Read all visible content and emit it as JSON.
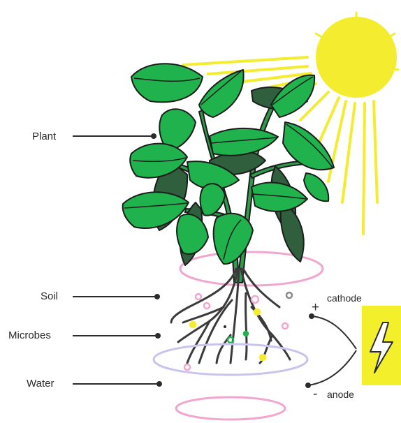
{
  "labels": {
    "plant": "Plant",
    "soil": "Soil",
    "microbes": "Microbes",
    "water": "Water"
  },
  "electrodes": {
    "positive_sign": "+",
    "cathode": "cathode",
    "negative_sign": "-",
    "anode": "anode"
  },
  "icons": {
    "sun": "sun-icon",
    "battery": "lightning-bolt-icon"
  },
  "colors": {
    "leaf_light": "#1fb24d",
    "leaf_dark": "#2f5f3c",
    "outline": "#1c1c1c",
    "sun": "#f4ec2e",
    "battery": "#f3ef2b",
    "soil_ring": "#f2a6cf",
    "water_ring": "#c8c4ee",
    "roots": "#3a3a3a"
  }
}
